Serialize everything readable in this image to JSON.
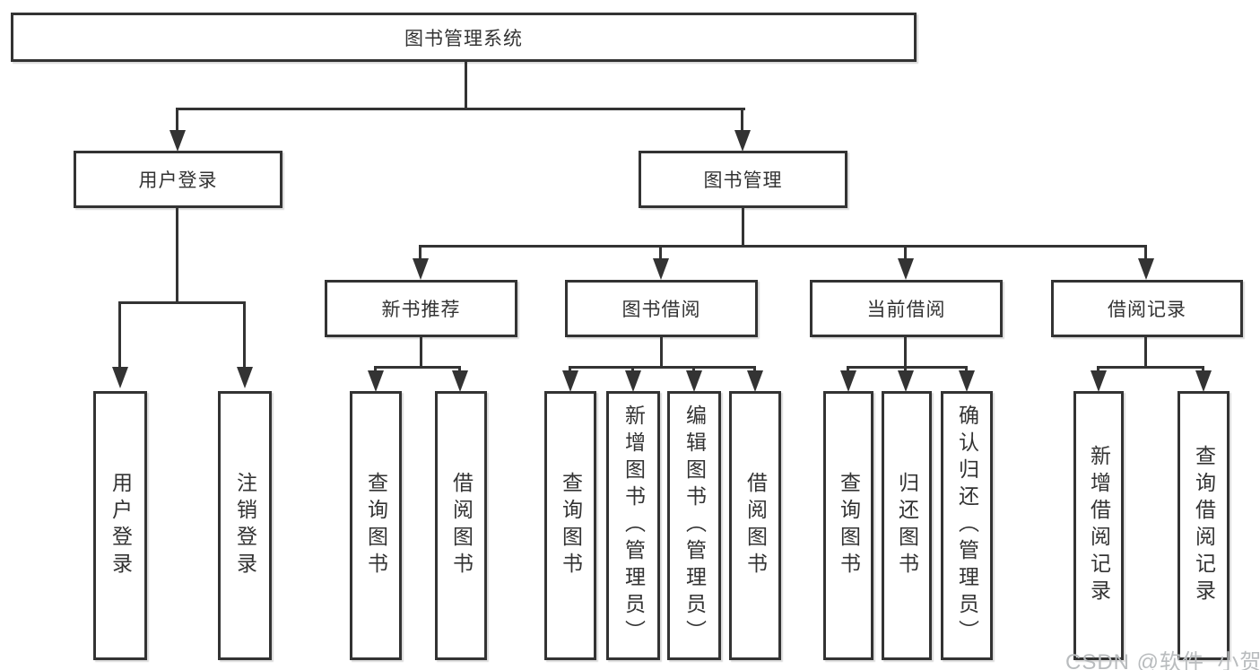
{
  "diagram": {
    "root": {
      "label": "图书管理系统"
    },
    "level2": [
      {
        "label": "用户登录"
      },
      {
        "label": "图书管理"
      }
    ],
    "level3": [
      {
        "label": "新书推荐"
      },
      {
        "label": "图书借阅"
      },
      {
        "label": "当前借阅"
      },
      {
        "label": "借阅记录"
      }
    ],
    "leaves": {
      "user_login": [
        {
          "label": "用户登录"
        },
        {
          "label": "注销登录"
        }
      ],
      "new_book_recommend": [
        {
          "label": "查询图书"
        },
        {
          "label": "借阅图书"
        }
      ],
      "book_borrowing": [
        {
          "label": "查询图书"
        },
        {
          "label": "新增图书（管理员）"
        },
        {
          "label": "编辑图书（管理员）"
        },
        {
          "label": "借阅图书"
        }
      ],
      "current_borrowing": [
        {
          "label": "查询图书"
        },
        {
          "label": "归还图书"
        },
        {
          "label": "确认归还（管理员）"
        }
      ],
      "borrowing_records": [
        {
          "label": "新增借阅记录"
        },
        {
          "label": "查询借阅记录"
        }
      ]
    }
  },
  "watermark": {
    "text": "CSDN @软件_小贺同学"
  },
  "colors": {
    "line": "#333333",
    "box_border": "#333333",
    "text": "#333333",
    "watermark": "#b9bcbe",
    "background": "#ffffff"
  }
}
